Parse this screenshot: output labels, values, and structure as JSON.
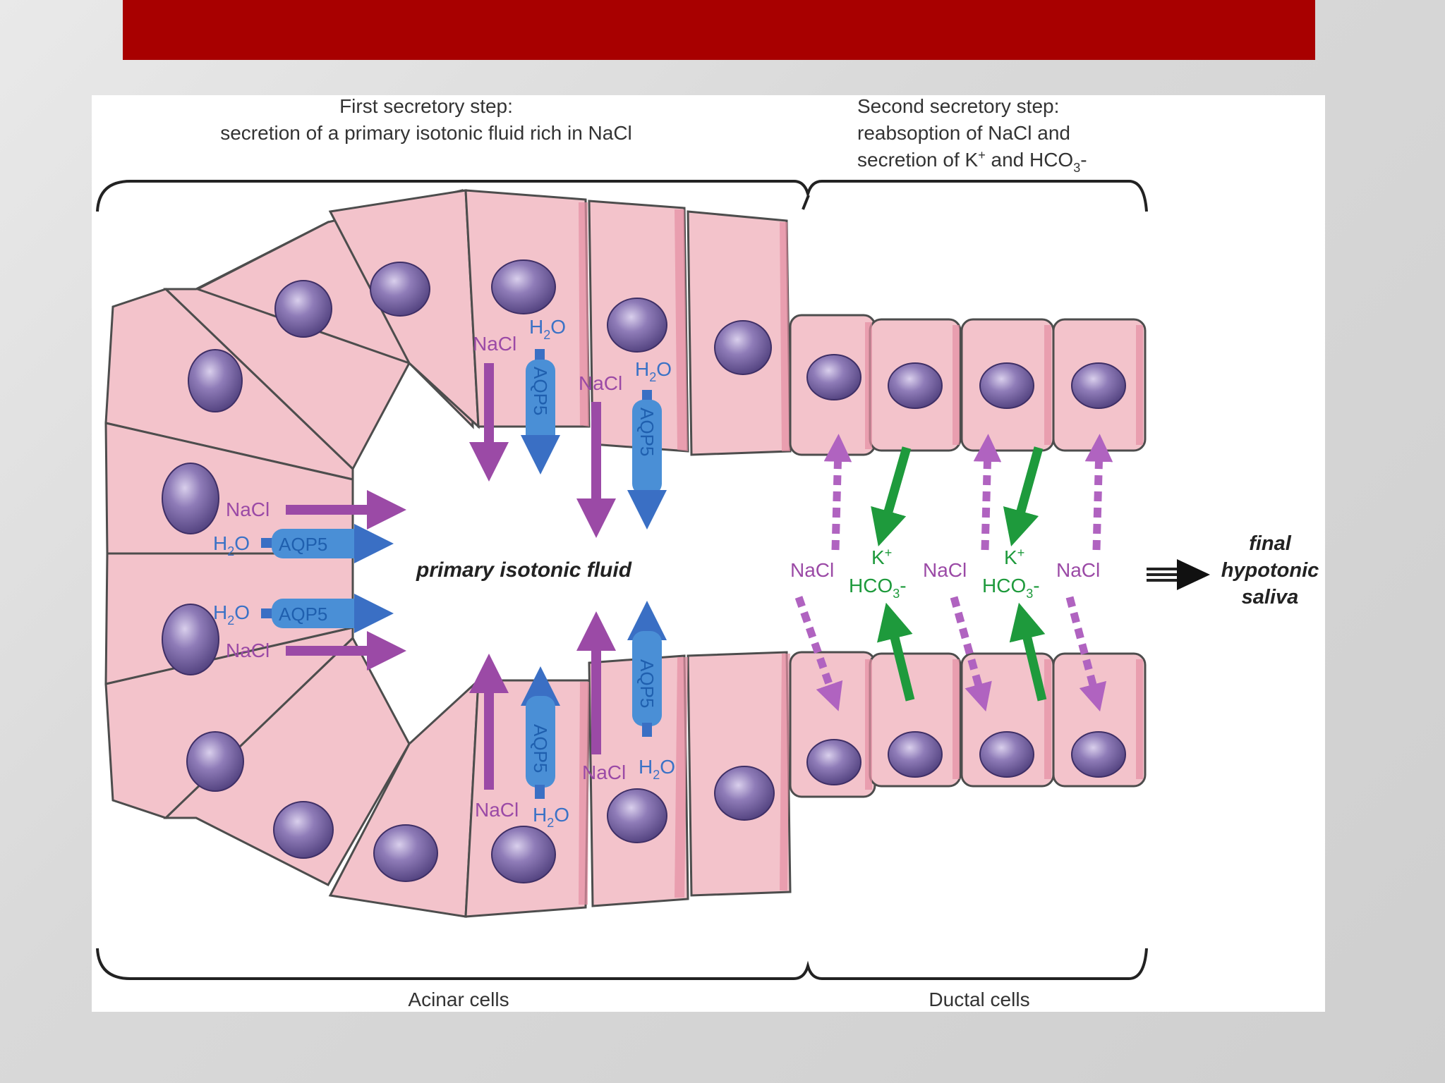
{
  "slide": {
    "header_color": "#a80000"
  },
  "captions": {
    "step1_line1": "First secretory step:",
    "step1_line2": "secretion of a primary isotonic fluid rich in NaCl",
    "step2_line1": "Second secretory step:",
    "step2_line2": "reabsoption of NaCl and",
    "step2_line3_pre": "secretion of K",
    "step2_line3_mid": " and HCO",
    "step2_line3_end": "-"
  },
  "labels": {
    "nacl": "NaCl",
    "h2o_h": "H",
    "h2o_sub": "2",
    "h2o_o": "O",
    "aqp5": "AQP5",
    "primary_fluid": "primary isotonic fluid",
    "k": "K",
    "plus": "+",
    "hco_pre": "HCO",
    "hco_sub": "3",
    "hco_end": "-",
    "final_line1": "final",
    "final_line2": "hypotonic",
    "final_line3": "saliva",
    "acinar": "Acinar cells",
    "ductal": "Ductal cells"
  },
  "colors": {
    "cell_fill": "#f3c3cb",
    "cell_edge": "#e7909f",
    "cell_stroke": "#4d4d4d",
    "nucleus": "#7d67a4",
    "nacl_purple": "#9b4aa6",
    "aqp_blue": "#3a86d4",
    "k_green": "#1e9a3c"
  }
}
